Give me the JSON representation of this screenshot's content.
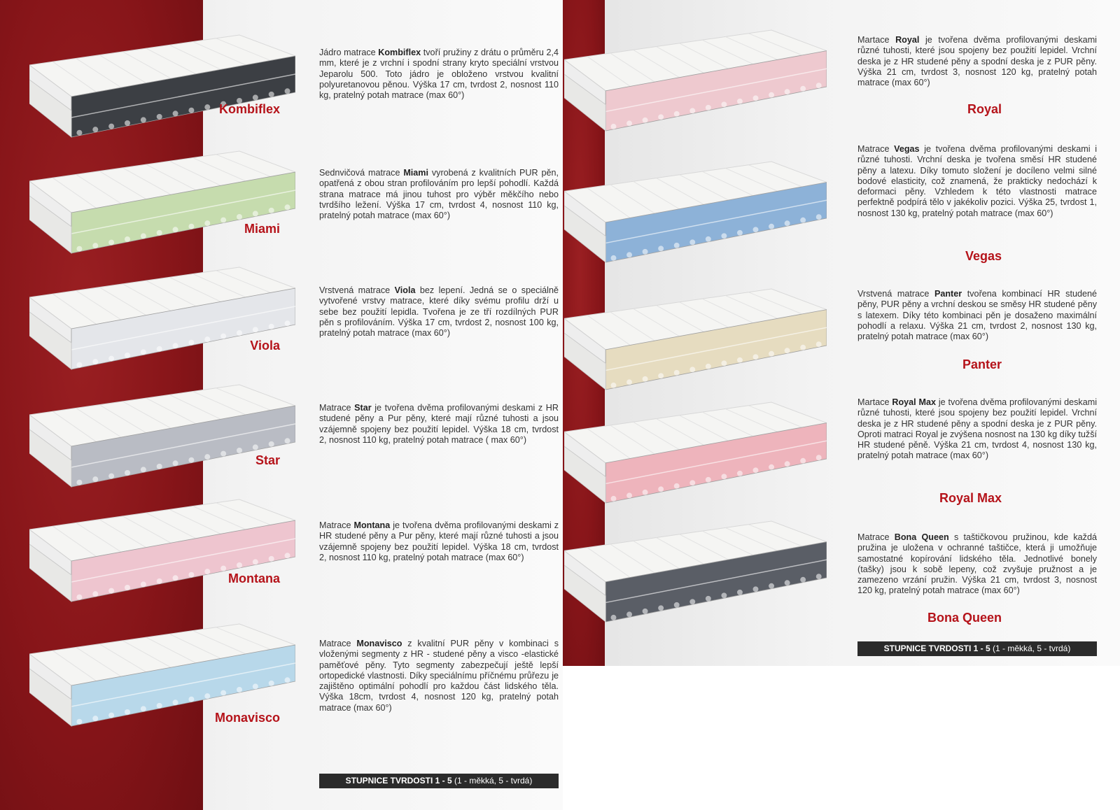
{
  "left_products": [
    {
      "name": "Kombiflex",
      "prefix": "Jádro matrace ",
      "bold": "Kombiflex",
      "suffix": " tvoří pružiny z drátu o průměru 2,4 mm, které je z vrchní i spodní strany kryto speciální vrstvou Jeparolu 500. Toto jádro je obloženo vrstvou kvalitní polyuretanovou pěnou. Výška 17 cm, tvrdost 2, nosnost 110 kg, pratelný potah matrace (max 60°)",
      "core_color": "#3c3f44",
      "image": "mattress-image"
    },
    {
      "name": "Miami",
      "prefix": "Sednvičová matrace ",
      "bold": "Miami",
      "suffix": " vyrobená z kvalitních PUR pěn, opatřená z obou stran profilováním pro lepší pohodlí. Každá strana matrace má jinou tuhost pro výběr měkčího nebo tvrdšího ležení. Výška 17 cm, tvrdost 4, nosnost 110 kg, pratelný potah matrace (max 60°)",
      "core_color": "#c6dcae",
      "image": "mattress-image"
    },
    {
      "name": "Viola",
      "prefix": "Vrstvená matrace ",
      "bold": "Viola",
      "suffix": " bez lepení. Jedná se o speciálně vytvořené vrstvy matrace, které díky svému profilu drží u sebe bez použití lepidla. Tvořena je ze tří rozdílných PUR pěn s profilováním. Výška 17 cm, tvrdost 2, nosnost 100 kg, pratelný potah matrace (max 60°)",
      "core_color": "#e4e6ea",
      "image": "mattress-image"
    },
    {
      "name": "Star",
      "prefix": "Matrace ",
      "bold": "Star",
      "suffix": " je tvořena dvěma profilovanými deskami z HR studené pěny a Pur pěny, které mají různé tuhosti a jsou vzájemně spojeny bez použití lepidel. Výška 18 cm, tvrdost 2, nosnost 110 kg, pratelný potah matrace ( max 60°)",
      "core_color": "#b9bcc4",
      "image": "mattress-image"
    },
    {
      "name": "Montana",
      "prefix": "Matrace ",
      "bold": "Montana",
      "suffix": " je tvořena dvěma profilovanými deskami z HR studené pěny a Pur pěny, které mají různé tuhosti a jsou vzájemně spojeny bez použití lepidel. Výška 18 cm, tvrdost 2, nosnost 110 kg, pratelný potah matrace (max 60°)",
      "core_color": "#eec5cf",
      "image": "mattress-image"
    },
    {
      "name": "Monavisco",
      "prefix": "Matrace ",
      "bold": "Monavisco",
      "suffix": " z kvalitní PUR pěny v kombinaci s vloženými segmenty z HR - studené pěny a visco -elastické paměťové pěny. Tyto segmenty zabezpečují ještě lepší ortopedické vlastnosti. Díky speciálnímu příčnému průřezu je zajištěno optimální pohodlí pro každou část lidského těla. Výška 18cm, tvrdost 4, nosnost 120 kg, pratelný potah matrace (max 60°)",
      "core_color": "#b8d8ea",
      "image": "mattress-image"
    }
  ],
  "right_products": [
    {
      "name": "Royal",
      "prefix": "Martace ",
      "bold": "Royal",
      "suffix": " je tvořena dvěma profilovanými deskami různé tuhosti, které jsou spojeny bez použití lepidel. Vrchní deska je z HR studené pěny a spodní deska je z PUR pěny. Výška 21 cm, tvrdost 3, nosnost 120 kg, pratelný potah matrace (max 60°)",
      "core_color": "#eec9cf",
      "image": "mattress-image"
    },
    {
      "name": "Vegas",
      "prefix": "Matrace ",
      "bold": "Vegas",
      "suffix": " je tvořena dvěma profilovanými deskami i různé tuhosti. Vrchní deska je tvořena směsí HR studené pěny a latexu. Díky tomuto složení je docíleno velmi silné bodové elasticity, což znamená, že prakticky nedochází k deformaci pěny. Vzhledem k této vlastnosti matrace perfektně podpírá tělo v jakékoliv pozici. Výška 25, tvrdost 1, nosnost 130 kg, pratelný potah matrace (max 60°)",
      "core_color": "#8db2d8",
      "image": "mattress-image"
    },
    {
      "name": "Panter",
      "prefix": "Vrstvená matrace ",
      "bold": "Panter",
      "suffix": " tvořena kombinací HR studené pěny, PUR pěny a vrchní deskou se směsy HR studené pěny s latexem. Díky této kombinaci pěn je dosaženo maximální pohodlí a relaxu. Výška 21 cm, tvrdost 2, nosnost 130 kg, pratelný potah matrace (max 60°)",
      "core_color": "#e6dcc0",
      "image": "mattress-image"
    },
    {
      "name": "Royal Max",
      "prefix": "Martace ",
      "bold": "Royal Max",
      "suffix": " je tvořena dvěma profilovanými deskami různé tuhosti, které jsou spojeny bez použití lepidel. Vrchní deska je z HR studené pěny a spodní deska je z PUR pěny. Oproti matraci Royal je zvýšena nosnost na 130 kg díky tužší HR studené pěně. Výška 21 cm, tvrdost 4, nosnost 130 kg, pratelný potah matrace (max 60°)",
      "core_color": "#eeb4bc",
      "image": "mattress-image"
    },
    {
      "name": "Bona Queen",
      "prefix": "Matrace ",
      "bold": "Bona Queen",
      "suffix": " s taštičkovou pružinou, kde každá pružina je uložena v ochranné taštičce, která ji umožňuje samostatné kopírování lidského těla. Jednotlivé bonely (tašky) jsou k sobě lepeny, což zvyšuje pružnost a je zamezeno vrzání pružin. Výška 21 cm, tvrdost 3, nosnost 120 kg, pratelný potah matrace (max 60°)",
      "core_color": "#5a5e66",
      "image": "mattress-image"
    }
  ],
  "scale": {
    "strong": "STUPNICE TVRDOSTI  1 - 5",
    "normal": " (1 - měkká, 5 - tvrdá)"
  },
  "colors": {
    "accent_red": "#b5131a",
    "band_red": "#871519",
    "scale_bar": "#2b2b2b"
  }
}
